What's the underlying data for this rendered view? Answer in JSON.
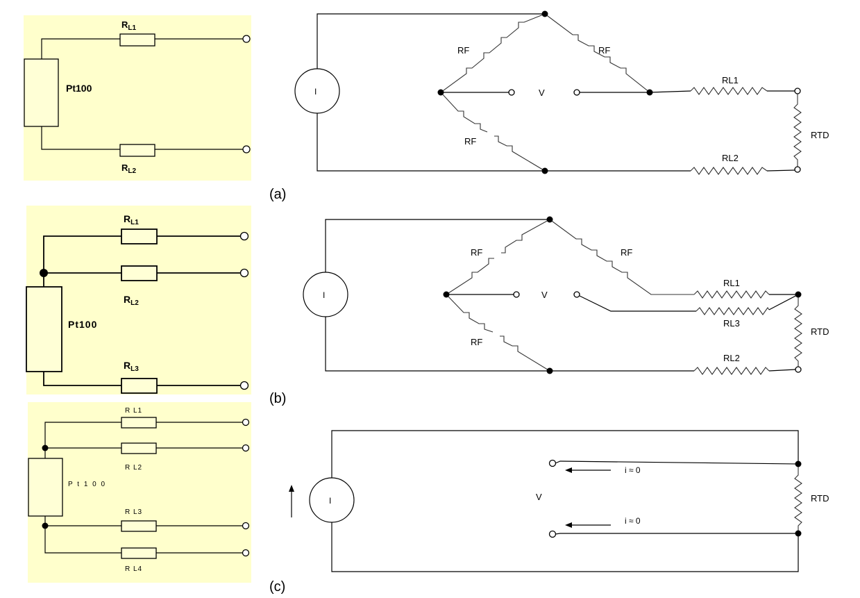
{
  "captions": {
    "a": "(a)",
    "b": "(b)",
    "c": "(c)"
  },
  "panel_a": {
    "r1": "R",
    "r1_sub": "L1",
    "r2": "R",
    "r2_sub": "L2",
    "sensor": "Pt100"
  },
  "panel_b": {
    "r1": "R",
    "r1_sub": "L1",
    "r2": "R",
    "r2_sub": "L2",
    "r3": "R",
    "r3_sub": "L3",
    "sensor": "Pt100"
  },
  "panel_c": {
    "r1": "R L1",
    "r2": "R L2",
    "r3": "R L3",
    "r4": "R L4",
    "sensor": "P t 1 0 0"
  },
  "circuit_a": {
    "source": "I",
    "rf1": "RF",
    "rf2": "RF",
    "rf3": "RF",
    "volt": "V",
    "rl1": "RL1",
    "rl2": "RL2",
    "rtd": "RTD"
  },
  "circuit_b": {
    "source": "I",
    "rf1": "RF",
    "rf2": "RF",
    "rf3": "RF",
    "volt": "V",
    "rl1": "RL1",
    "rl2": "RL2",
    "rl3": "RL3",
    "rtd": "RTD"
  },
  "circuit_c": {
    "source": "I",
    "volt": "V",
    "i1": "i ≈ 0",
    "i2": "i ≈ 0",
    "rtd": "RTD"
  }
}
